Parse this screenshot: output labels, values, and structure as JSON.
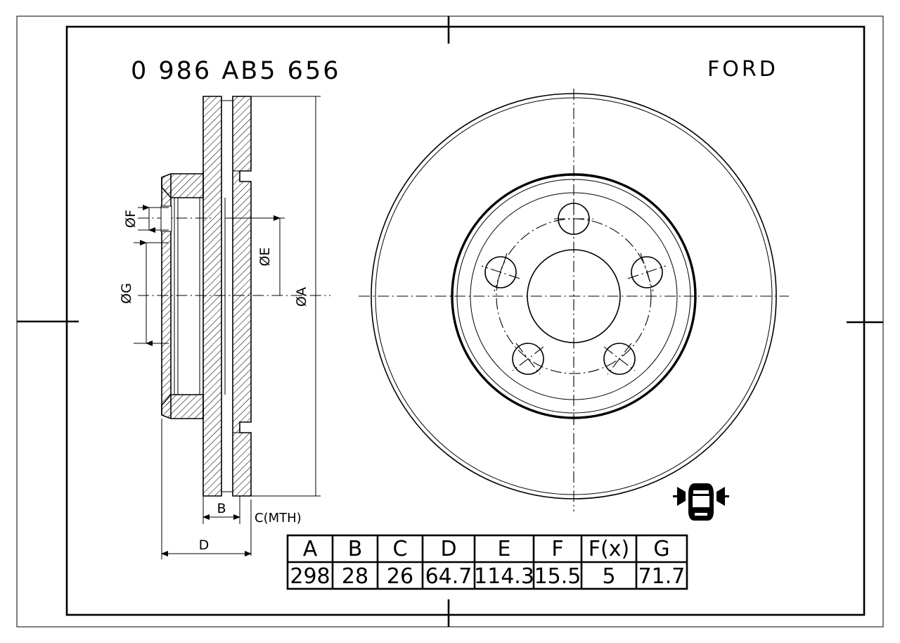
{
  "drawing": {
    "part_number": "0 986 AB5 656",
    "brand": "FORD",
    "axle_icon": "front-axle-car-icon"
  },
  "dimension_labels": {
    "diameter_f": "ØF",
    "diameter_g": "ØG",
    "diameter_e": "ØE",
    "diameter_a": "ØA",
    "width_b": "B",
    "thickness_c": "C(MTH)",
    "depth_d": "D"
  },
  "spec_table": {
    "headers": [
      "A",
      "B",
      "C",
      "D",
      "E",
      "F",
      "F(x)",
      "G"
    ],
    "values": [
      "298",
      "28",
      "26",
      "64.7",
      "114.3",
      "15.5",
      "5",
      "71.7"
    ]
  },
  "geometry": {
    "bolt_count": 5,
    "outer_diameter_mm": 298,
    "bolt_circle_mm": 114.3,
    "center_bore_mm": 64.7
  },
  "colors": {
    "line": "#000000",
    "background": "#ffffff"
  }
}
